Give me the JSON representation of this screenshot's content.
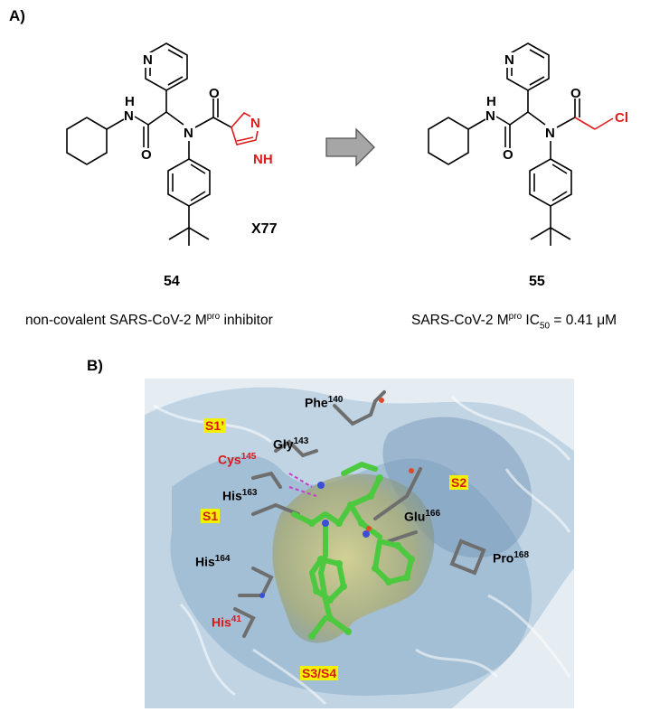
{
  "panel_a": {
    "label": "A)",
    "compound_left": {
      "number": "54",
      "tag": "X77",
      "caption_pre": "non-covalent SARS-CoV-2 M",
      "caption_sup": "pro",
      "caption_post": " inhibitor"
    },
    "compound_right": {
      "number": "55",
      "caption_pre": "SARS-CoV-2 M",
      "caption_sup": "pro",
      "caption_mid": " IC",
      "caption_sub": "50",
      "caption_post": " = 0.41 μM"
    },
    "atoms": {
      "N": "N",
      "O": "O",
      "H": "H",
      "NH": "NH",
      "Cl": "Cl"
    }
  },
  "panel_b": {
    "label": "B)",
    "pockets": [
      "S1’",
      "S1",
      "S2",
      "S3/S4"
    ],
    "residues": [
      {
        "name": "Phe",
        "num": "140"
      },
      {
        "name": "Gly",
        "num": "143"
      },
      {
        "name": "Cys",
        "num": "145"
      },
      {
        "name": "His",
        "num": "163"
      },
      {
        "name": "Glu",
        "num": "166"
      },
      {
        "name": "His",
        "num": "164"
      },
      {
        "name": "Pro",
        "num": "168"
      },
      {
        "name": "His",
        "num": "41"
      }
    ]
  },
  "colors": {
    "highlight": "#e01b1b",
    "pocket_label_bg": "#f3f000",
    "ligand": "#55cc44",
    "surface": "#aac4dc",
    "arrow_fill": "#a6a6a6"
  }
}
